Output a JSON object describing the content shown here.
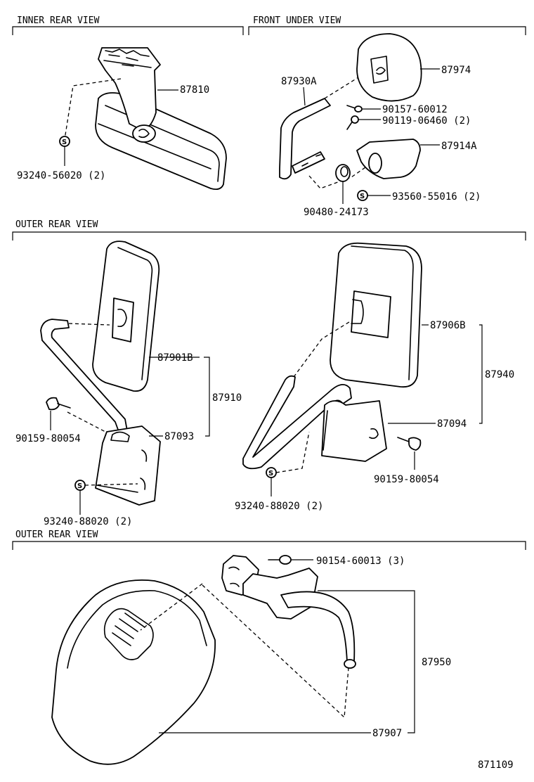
{
  "sections": {
    "inner_rear": "INNER REAR VIEW",
    "front_under": "FRONT UNDER VIEW",
    "outer_rear_1": "OUTER REAR VIEW",
    "outer_rear_2": "OUTER REAR VIEW"
  },
  "symbols": {
    "s": "S"
  },
  "parts": {
    "p87810": "87810",
    "p93240_56020": "93240-56020 (2)",
    "p87930A": "87930A",
    "p87974": "87974",
    "p90157_60012": "90157-60012",
    "p90119_06460": "90119-06460 (2)",
    "p87914A": "87914A",
    "p93560_55016": "93560-55016 (2)",
    "p90480_24173": "90480-24173",
    "p87901B": "87901B",
    "p87910": "87910",
    "p90159_80054_a": "90159-80054",
    "p87093": "87093",
    "p93240_88020_a": "93240-88020 (2)",
    "p87906B": "87906B",
    "p87940": "87940",
    "p87094": "87094",
    "p90159_80054_b": "90159-80054",
    "p93240_88020_b": "93240-88020 (2)",
    "p90154_60013": "90154-60013 (3)",
    "p87950": "87950",
    "p87907": "87907"
  },
  "diagram_id": "871109"
}
